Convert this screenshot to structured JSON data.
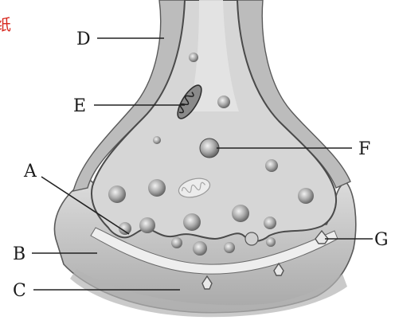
{
  "corner_mark": "纸",
  "labels": {
    "A": "A",
    "B": "B",
    "C": "C",
    "D": "D",
    "E": "E",
    "F": "F",
    "G": "G"
  },
  "colors": {
    "membrane_outline": "#4a4a4a",
    "cytoplasm_fill": "#d7d7d7",
    "postsynaptic_fill": "#c9c9c9",
    "cleft_fill": "#ececec",
    "vesicle_fill": "#9a9a9a",
    "corner_mark": "#d8281e"
  }
}
